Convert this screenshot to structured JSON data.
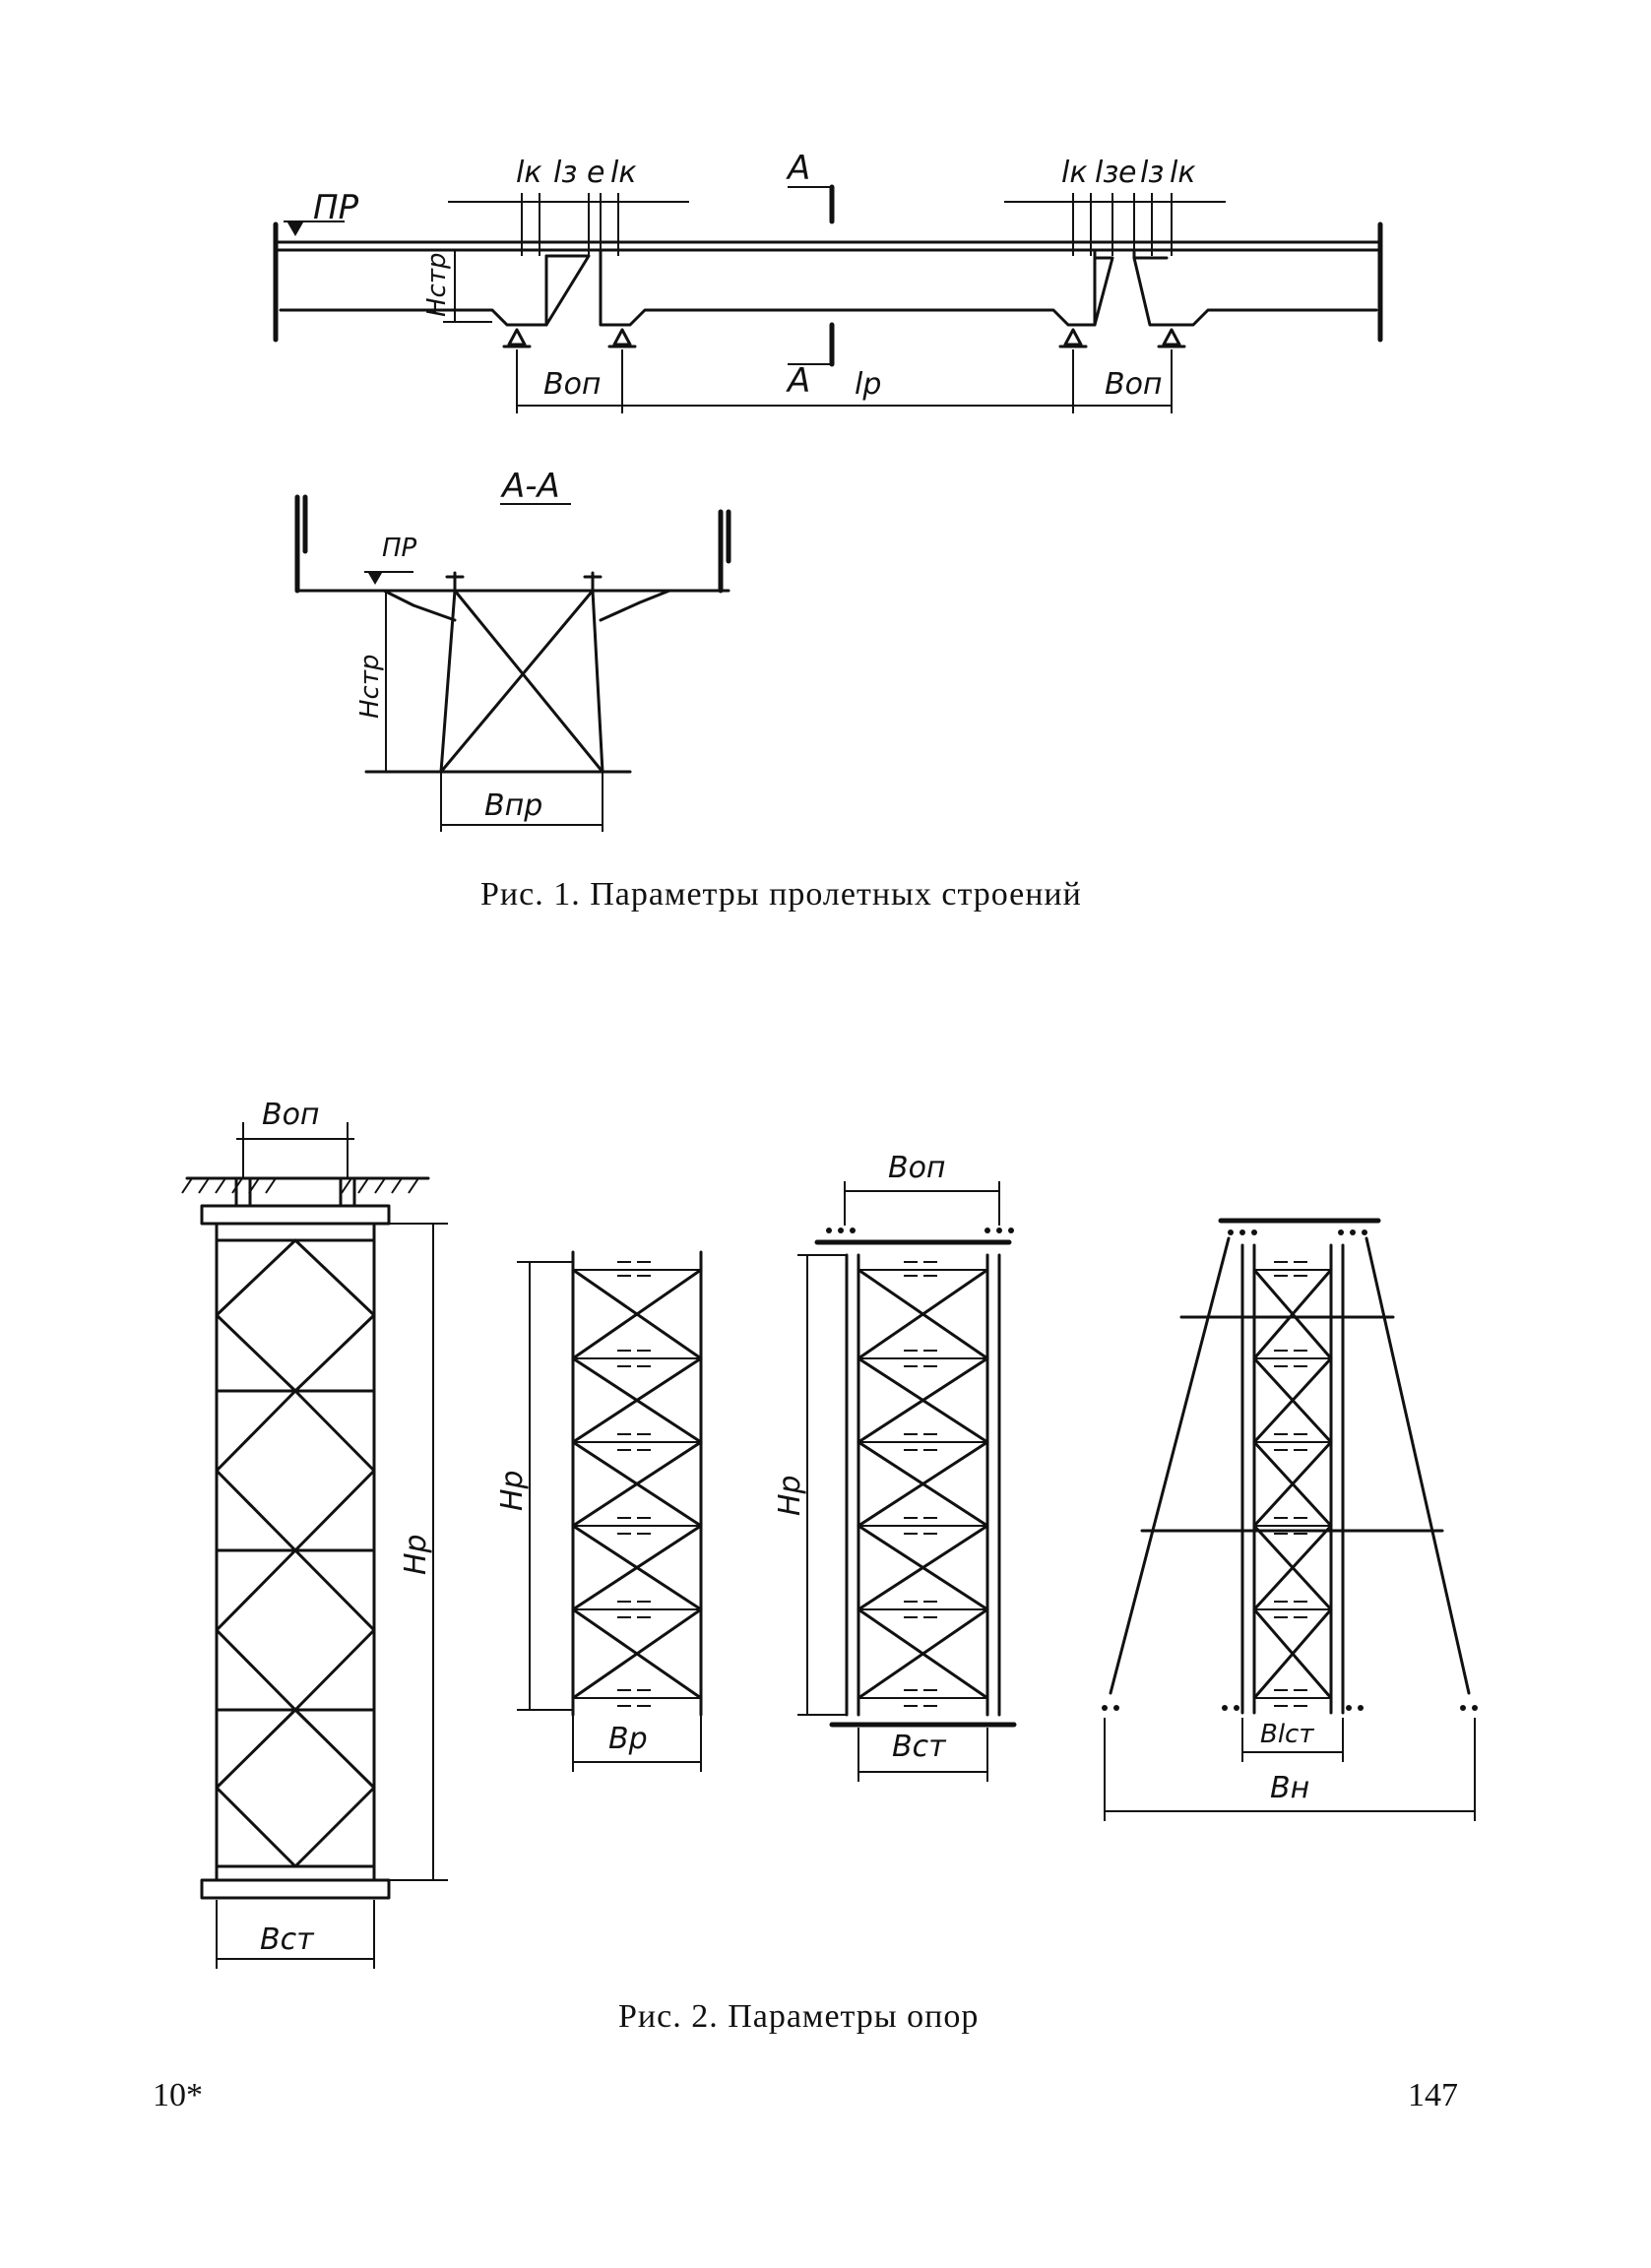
{
  "figure1": {
    "caption": "Рис. 1. Параметры пролетных строений",
    "labels": {
      "lk": "lк",
      "lz": "lз",
      "e": "e",
      "section_mark": "A",
      "level": "ПР",
      "h_str": "Hстр",
      "b_op": "Bоп",
      "l_p": "lр",
      "section_title": "A-A",
      "b_pr": "Bпр"
    }
  },
  "figure2": {
    "caption": "Рис. 2. Параметры опор",
    "labels": {
      "b_op": "Bоп",
      "h_p": "Hр",
      "b_st": "Bст",
      "b_p": "Bр",
      "b_lst": "Blст",
      "b_n": "Bн"
    }
  },
  "page": {
    "left_mark": "10*",
    "number": "147"
  }
}
